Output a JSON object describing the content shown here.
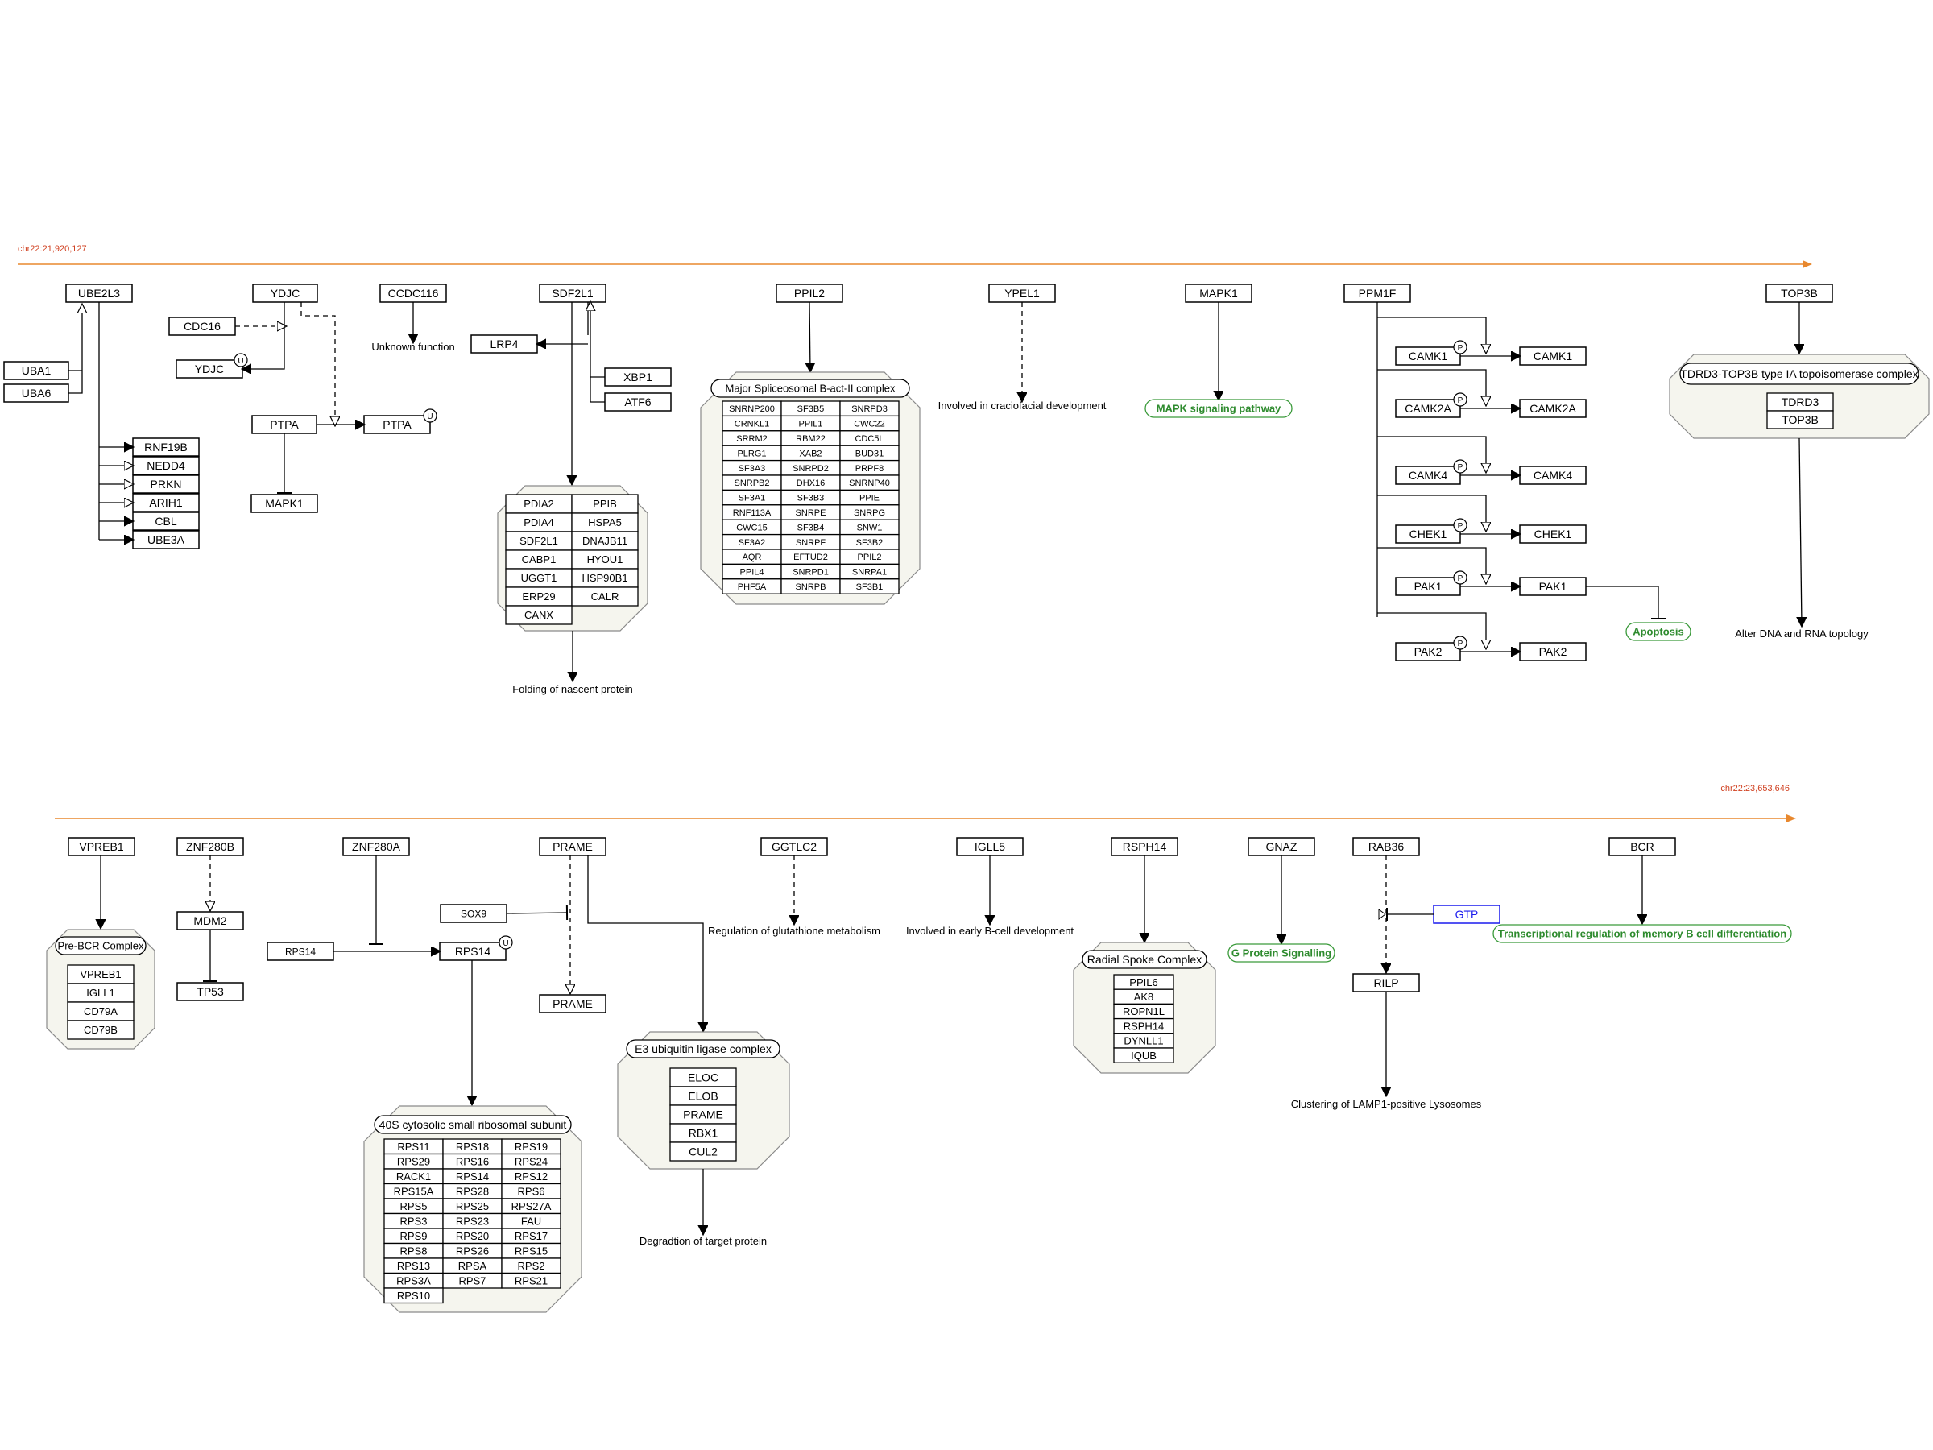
{
  "chromosome": {
    "start_label": "chr22:21,920,127",
    "end_label": "chr22:23,653,646",
    "line_color": "#e8882e",
    "label_color": "#d04020"
  },
  "colors": {
    "pathway": "#2e8b2e",
    "gtp": "#1a1aee",
    "complex_fill": "#f5f5ee"
  },
  "genes": [
    {
      "id": "UBE2L3",
      "label": "UBE2L3"
    },
    {
      "id": "UBA1",
      "label": "UBA1"
    },
    {
      "id": "UBA6",
      "label": "UBA6"
    },
    {
      "id": "RNF19B",
      "label": "RNF19B"
    },
    {
      "id": "NEDD4",
      "label": "NEDD4"
    },
    {
      "id": "PRKN",
      "label": "PRKN"
    },
    {
      "id": "ARIH1",
      "label": "ARIH1"
    },
    {
      "id": "CBL",
      "label": "CBL"
    },
    {
      "id": "UBE3A",
      "label": "UBE3A"
    },
    {
      "id": "YDJC",
      "label": "YDJC"
    },
    {
      "id": "CDC16",
      "label": "CDC16"
    },
    {
      "id": "YDJC2",
      "label": "YDJC"
    },
    {
      "id": "PTPA",
      "label": "PTPA"
    },
    {
      "id": "PTPA2",
      "label": "PTPA"
    },
    {
      "id": "MAPK1b",
      "label": "MAPK1"
    },
    {
      "id": "CCDC116",
      "label": "CCDC116"
    },
    {
      "id": "SDF2L1",
      "label": "SDF2L1"
    },
    {
      "id": "LRP4",
      "label": "LRP4"
    },
    {
      "id": "XBP1",
      "label": "XBP1"
    },
    {
      "id": "ATF6",
      "label": "ATF6"
    },
    {
      "id": "PPIL2",
      "label": "PPIL2"
    },
    {
      "id": "YPEL1",
      "label": "YPEL1"
    },
    {
      "id": "MAPK1",
      "label": "MAPK1"
    },
    {
      "id": "PPM1F",
      "label": "PPM1F"
    },
    {
      "id": "CAMK1a",
      "label": "CAMK1"
    },
    {
      "id": "CAMK1b",
      "label": "CAMK1"
    },
    {
      "id": "CAMK2Aa",
      "label": "CAMK2A"
    },
    {
      "id": "CAMK2Ab",
      "label": "CAMK2A"
    },
    {
      "id": "CAMK4a",
      "label": "CAMK4"
    },
    {
      "id": "CAMK4b",
      "label": "CAMK4"
    },
    {
      "id": "CHEK1a",
      "label": "CHEK1"
    },
    {
      "id": "CHEK1b",
      "label": "CHEK1"
    },
    {
      "id": "PAK1a",
      "label": "PAK1"
    },
    {
      "id": "PAK1b",
      "label": "PAK1"
    },
    {
      "id": "PAK2a",
      "label": "PAK2"
    },
    {
      "id": "PAK2b",
      "label": "PAK2"
    },
    {
      "id": "TOP3B",
      "label": "TOP3B"
    },
    {
      "id": "VPREB1",
      "label": "VPREB1"
    },
    {
      "id": "ZNF280B",
      "label": "ZNF280B"
    },
    {
      "id": "MDM2",
      "label": "MDM2"
    },
    {
      "id": "TP53",
      "label": "TP53"
    },
    {
      "id": "ZNF280A",
      "label": "ZNF280A"
    },
    {
      "id": "RPS14s",
      "label": "RPS14"
    },
    {
      "id": "RPS14u",
      "label": "RPS14"
    },
    {
      "id": "SOX9",
      "label": "SOX9"
    },
    {
      "id": "PRAME",
      "label": "PRAME"
    },
    {
      "id": "PRAME2",
      "label": "PRAME"
    },
    {
      "id": "GGTLC2",
      "label": "GGTLC2"
    },
    {
      "id": "IGLL5",
      "label": "IGLL5"
    },
    {
      "id": "RSPH14",
      "label": "RSPH14"
    },
    {
      "id": "GNAZ",
      "label": "GNAZ"
    },
    {
      "id": "RAB36",
      "label": "RAB36"
    },
    {
      "id": "GTP",
      "label": "GTP"
    },
    {
      "id": "RILP",
      "label": "RILP"
    },
    {
      "id": "BCR",
      "label": "BCR"
    }
  ],
  "modifications": [
    {
      "on": "YDJC2",
      "label": "U"
    },
    {
      "on": "PTPA2",
      "label": "U"
    },
    {
      "on": "CAMK1a",
      "label": "P"
    },
    {
      "on": "CAMK2Aa",
      "label": "P"
    },
    {
      "on": "CAMK4a",
      "label": "P"
    },
    {
      "on": "CHEK1a",
      "label": "P"
    },
    {
      "on": "PAK1a",
      "label": "P"
    },
    {
      "on": "PAK2a",
      "label": "P"
    },
    {
      "on": "RPS14u",
      "label": "U"
    }
  ],
  "labels": [
    {
      "id": "unknown",
      "text": "Unknown function"
    },
    {
      "id": "folding",
      "text": "Folding of nascent protein"
    },
    {
      "id": "cranio",
      "text": "Involved in craciofacial development"
    },
    {
      "id": "dna",
      "text": "Alter DNA and RNA topology"
    },
    {
      "id": "gsh",
      "text": "Regulation of glutathione metabolism"
    },
    {
      "id": "bcell",
      "text": "Involved in early B-cell development"
    },
    {
      "id": "lamp",
      "text": "Clustering of LAMP1-positive Lysosomes"
    },
    {
      "id": "degr",
      "text": "Degradtion of target protein"
    }
  ],
  "pathways": [
    {
      "id": "mapk",
      "text": "MAPK signaling pathway"
    },
    {
      "id": "apop",
      "text": "Apoptosis"
    },
    {
      "id": "gprot",
      "text": "G Protein Signalling"
    },
    {
      "id": "tcr",
      "text": "Transcriptional regulation of memory B cell differentiation"
    }
  ],
  "complexes": [
    {
      "id": "chap",
      "name": "",
      "members": [
        "PDIA2",
        "PPIB",
        "PDIA4",
        "HSPA5",
        "SDF2L1",
        "DNAJB11",
        "CABP1",
        "HYOU1",
        "UGGT1",
        "HSP90B1",
        "ERP29",
        "CALR",
        "CANX"
      ]
    },
    {
      "id": "splice",
      "name": "Major Spliceosomal B-act-II complex",
      "members": [
        "SNRNP200",
        "SF3B5",
        "SNRPD3",
        "CRNKL1",
        "PPIL1",
        "CWC22",
        "SRRM2",
        "RBM22",
        "CDC5L",
        "PLRG1",
        "XAB2",
        "BUD31",
        "SF3A3",
        "SNRPD2",
        "PRPF8",
        "SNRPB2",
        "DHX16",
        "SNRNP40",
        "SF3A1",
        "SF3B3",
        "PPIE",
        "RNF113A",
        "SNRPE",
        "SNRPG",
        "CWC15",
        "SF3B4",
        "SNW1",
        "SF3A2",
        "SNRPF",
        "SF3B2",
        "AQR",
        "EFTUD2",
        "PPIL2",
        "PPIL4",
        "SNRPD1",
        "SNRPA1",
        "PHF5A",
        "SNRPB",
        "SF3B1"
      ]
    },
    {
      "id": "topo",
      "name": "TDRD3-TOP3B type IA topoisomerase complex",
      "members": [
        "TDRD3",
        "TOP3B"
      ]
    },
    {
      "id": "prebcr",
      "name": "Pre-BCR Complex",
      "members": [
        "VPREB1",
        "IGLL1",
        "CD79A",
        "CD79B"
      ]
    },
    {
      "id": "ribo",
      "name": "40S cytosolic small ribosomal subunit",
      "members": [
        "RPS11",
        "RPS18",
        "RPS19",
        "RPS29",
        "RPS16",
        "RPS24",
        "RACK1",
        "RPS14",
        "RPS12",
        "RPS15A",
        "RPS28",
        "RPS6",
        "RPS5",
        "RPS25",
        "RPS27A",
        "RPS3",
        "RPS23",
        "FAU",
        "RPS9",
        "RPS20",
        "RPS17",
        "RPS8",
        "RPS26",
        "RPS15",
        "RPS13",
        "RPSA",
        "RPS2",
        "RPS3A",
        "RPS7",
        "RPS21",
        "RPS10"
      ]
    },
    {
      "id": "e3",
      "name": "E3 ubiquitin ligase complex",
      "members": [
        "ELOC",
        "ELOB",
        "PRAME",
        "RBX1",
        "CUL2"
      ]
    },
    {
      "id": "radial",
      "name": "Radial Spoke Complex",
      "members": [
        "PPIL6",
        "AK8",
        "ROPN1L",
        "RSPH14",
        "DYNLL1",
        "IQUB"
      ]
    }
  ]
}
